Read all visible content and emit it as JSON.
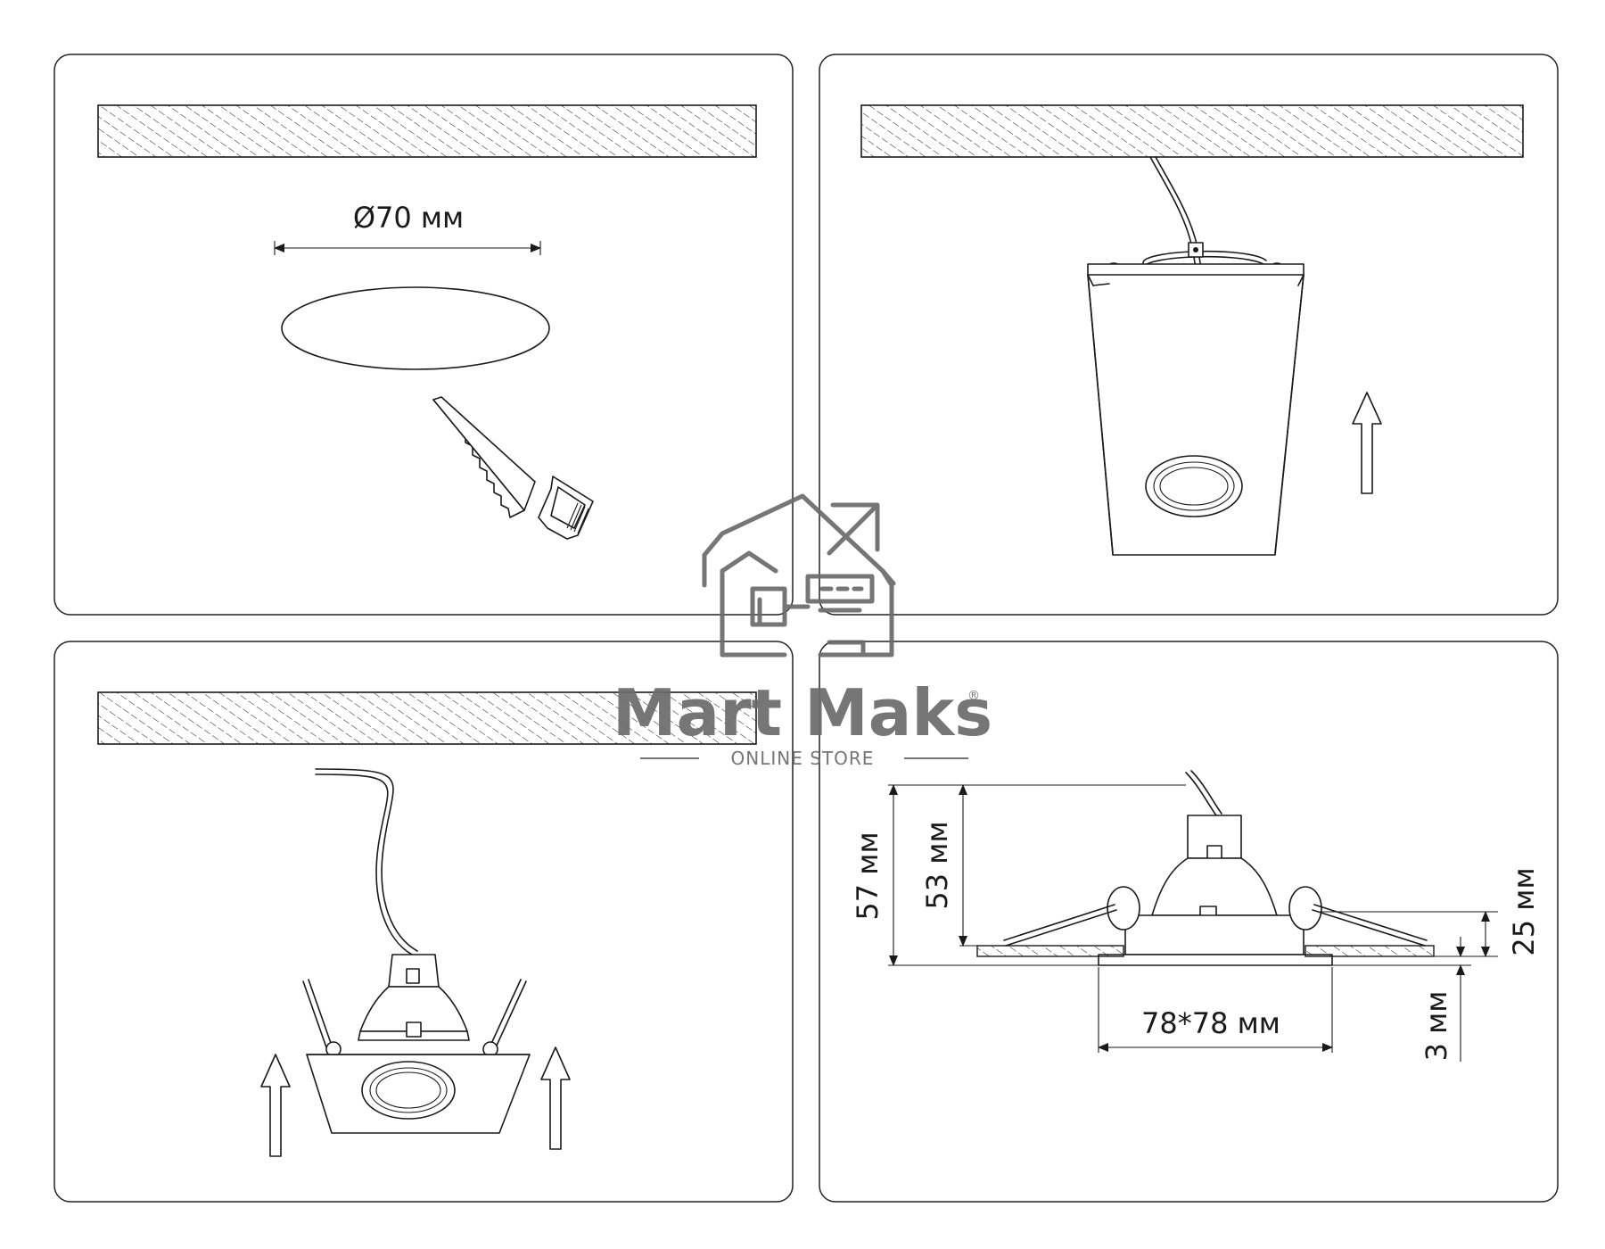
{
  "dimensions": {
    "cut_diameter": "Ø70 мм",
    "total_height": "57 мм",
    "body_height": "53 мм",
    "clip_height": "25 мм",
    "frame_size": "78*78 мм",
    "frame_thickness": "3 мм"
  },
  "watermark": {
    "brand": "Mart Maks",
    "registered_mark": "®",
    "tagline": "ONLINE STORE"
  },
  "colors": {
    "line": "#1a1a1a",
    "watermark": "#6b6b6b",
    "background": "#ffffff"
  }
}
